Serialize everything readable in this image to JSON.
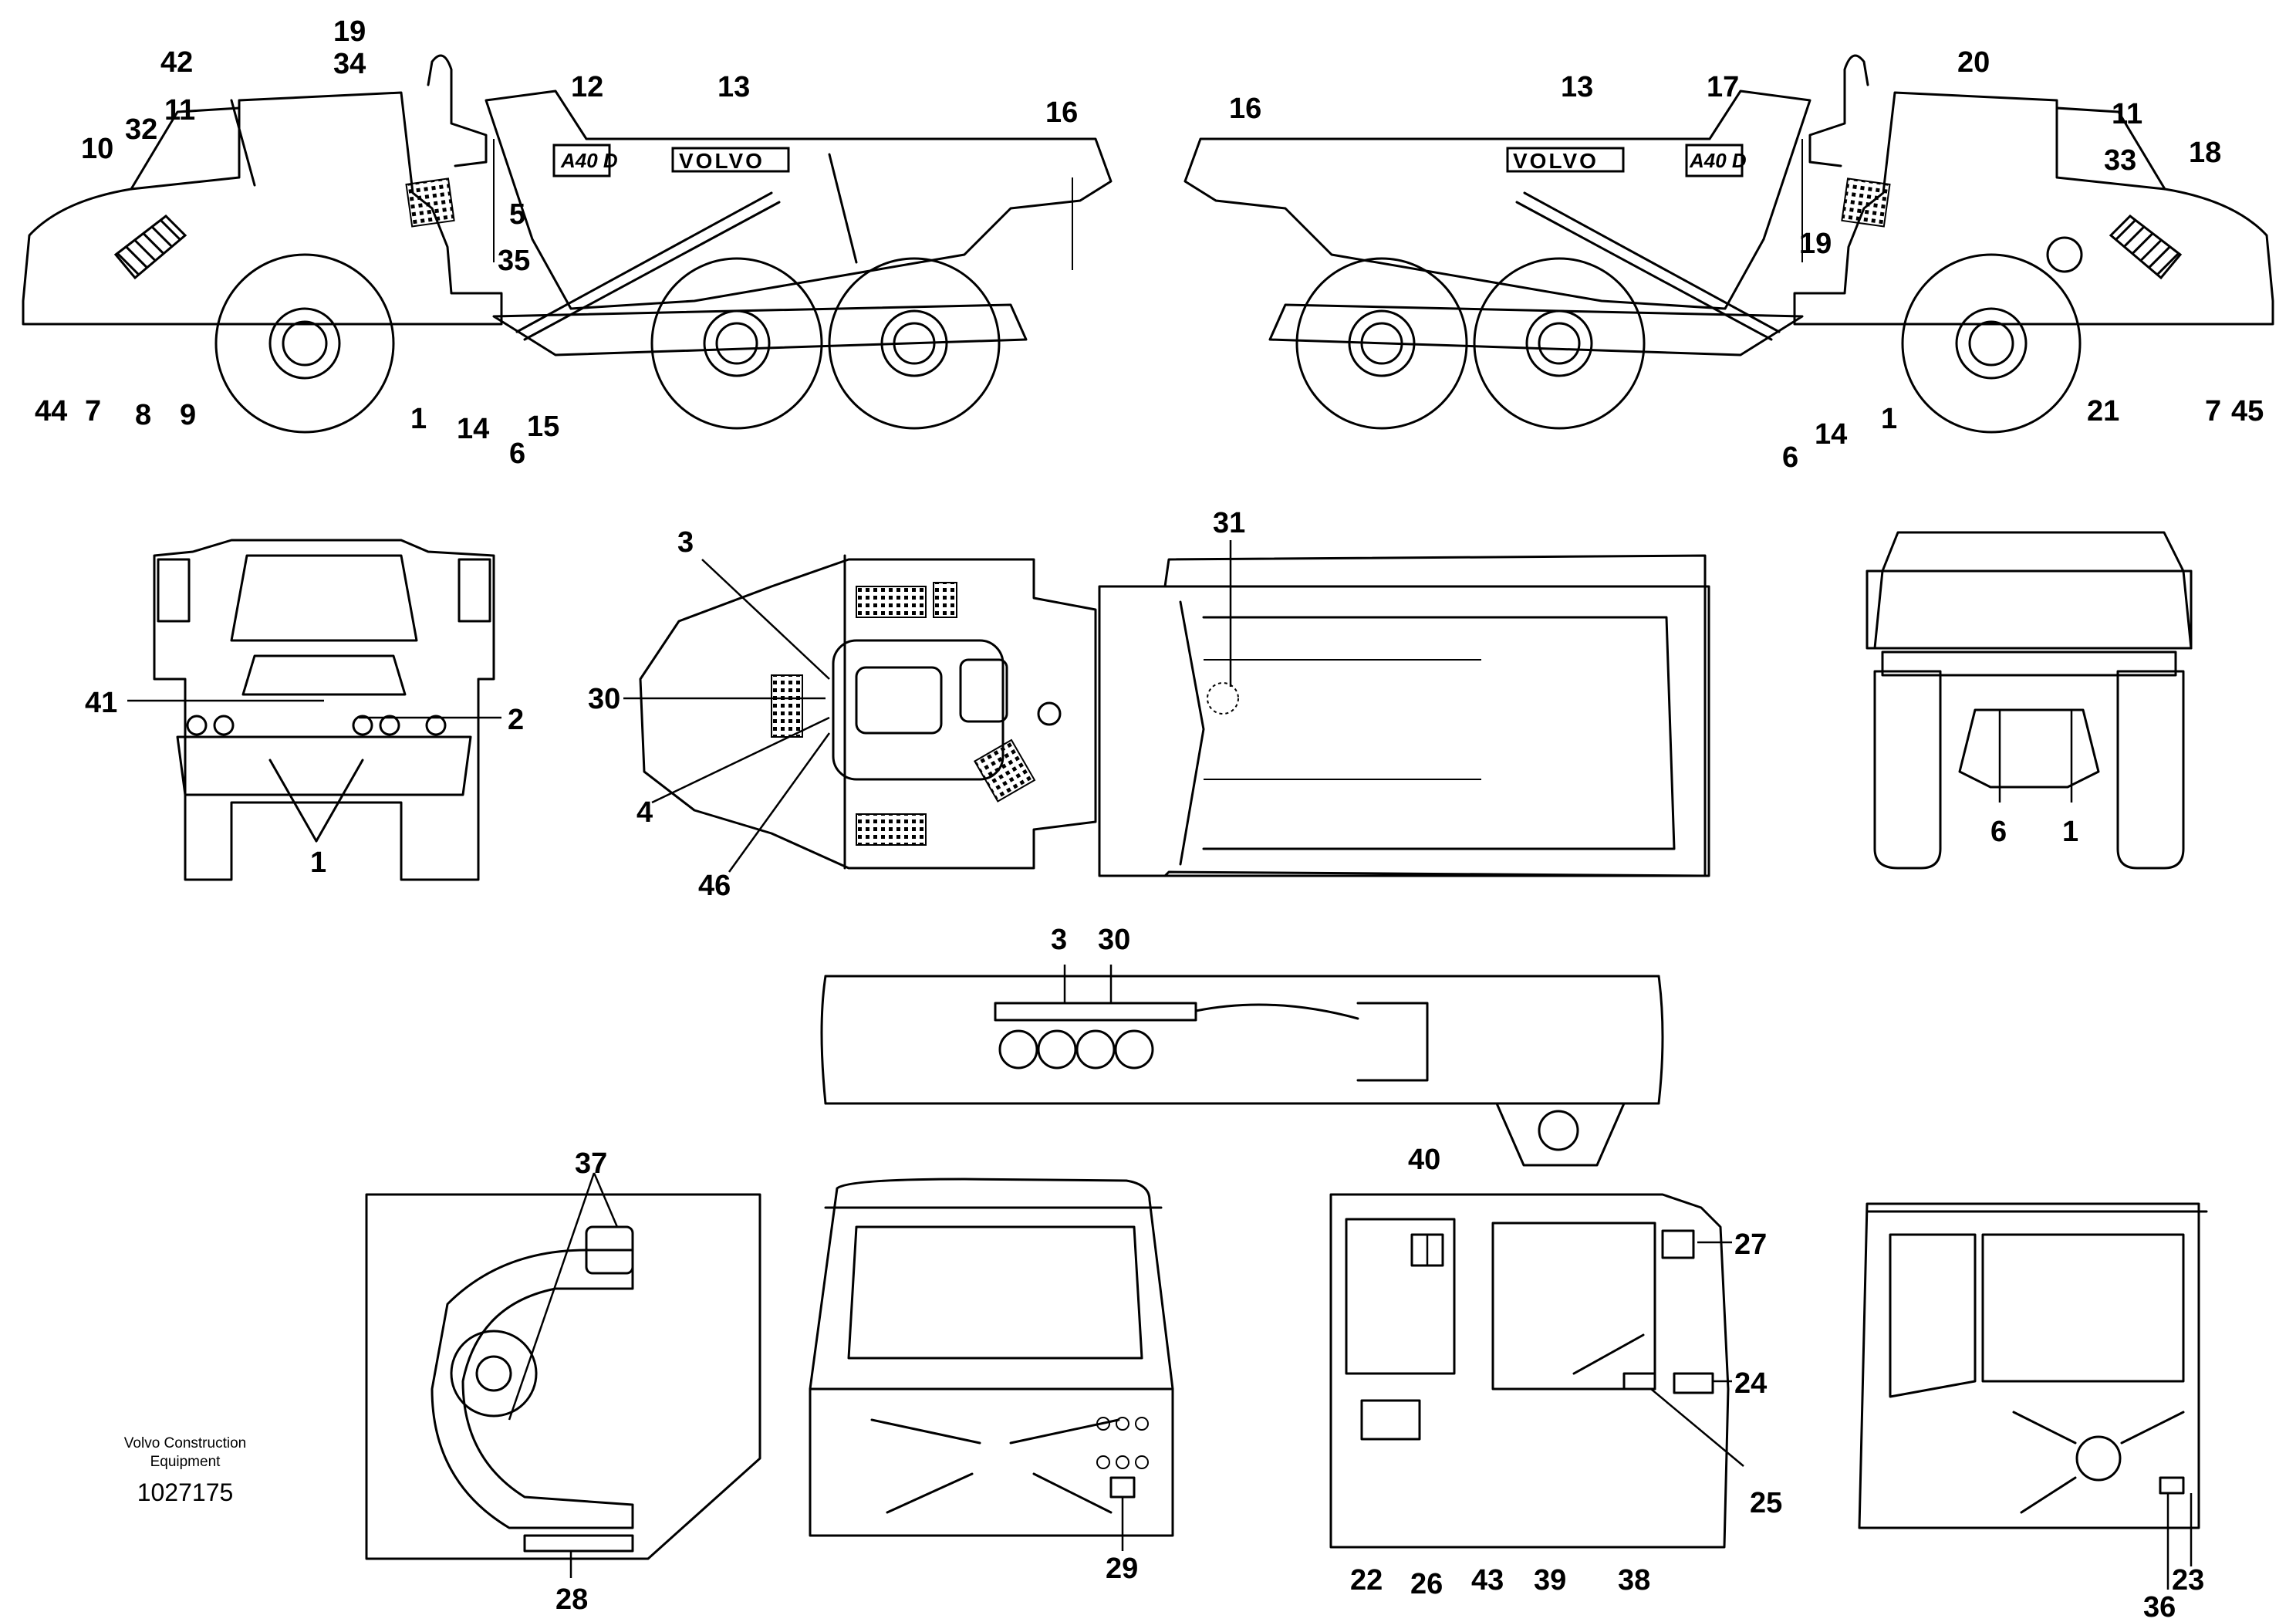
{
  "caption": {
    "company_line1": "Volvo Construction",
    "company_line2": "Equipment",
    "doc_number": "1027175"
  },
  "truck_markings": {
    "brand": "VOLVO",
    "model": "A40 D"
  },
  "callouts": {
    "left_side": [
      "19",
      "34",
      "42",
      "11",
      "32",
      "10",
      "5",
      "35",
      "44",
      "7",
      "8",
      "9",
      "1",
      "14",
      "6",
      "15",
      "12",
      "13",
      "16"
    ],
    "right_side": [
      "16",
      "13",
      "17",
      "20",
      "11",
      "33",
      "18",
      "19",
      "6",
      "14",
      "1",
      "21",
      "7",
      "45"
    ],
    "front_view": [
      "41",
      "2",
      "1"
    ],
    "top_view": [
      "3",
      "30",
      "4",
      "46",
      "31"
    ],
    "rear_view": [
      "6",
      "1"
    ],
    "frame_detail": [
      "3",
      "30"
    ],
    "cab_interior_top": [
      "37",
      "28"
    ],
    "cab_front": [
      "29"
    ],
    "cab_side": [
      "40",
      "27",
      "24",
      "25",
      "22",
      "26",
      "43",
      "39",
      "38"
    ],
    "cab_rear": [
      "36",
      "23"
    ]
  }
}
